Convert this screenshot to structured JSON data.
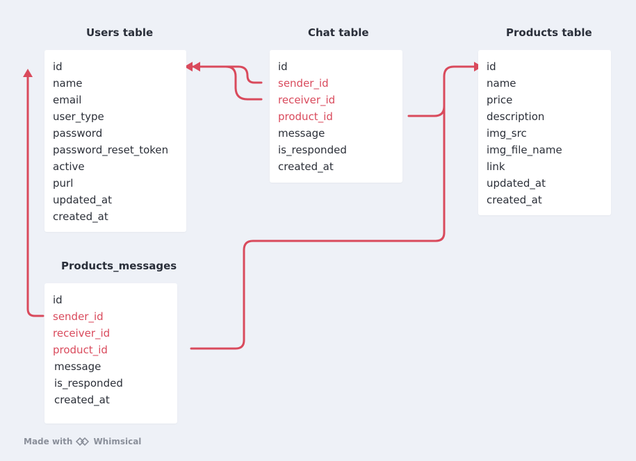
{
  "accent_color": "#d94a5c",
  "tables": {
    "users": {
      "title": "Users table",
      "fields": [
        "id",
        "name",
        "email",
        "user_type",
        "password",
        "password_reset_token",
        "active",
        "purl",
        "updated_at",
        "created_at"
      ],
      "fk": []
    },
    "chat": {
      "title": "Chat table",
      "fields": [
        "id",
        "sender_id",
        "receiver_id",
        "product_id",
        "message",
        "is_responded",
        "created_at"
      ],
      "fk": [
        1,
        2,
        3
      ]
    },
    "products": {
      "title": "Products table",
      "fields": [
        "id",
        "name",
        "price",
        "description",
        "img_src",
        "img_file_name",
        "link",
        "updated_at",
        "created_at"
      ],
      "fk": []
    },
    "products_messages": {
      "title": "Products_messages",
      "fields": [
        "id",
        "sender_id",
        "receiver_id",
        "product_id",
        "message",
        "is_responded",
        "created_at"
      ],
      "fk": [
        1,
        2,
        3
      ]
    }
  },
  "footer": {
    "made_with": "Made with",
    "brand": "Whimsical"
  }
}
